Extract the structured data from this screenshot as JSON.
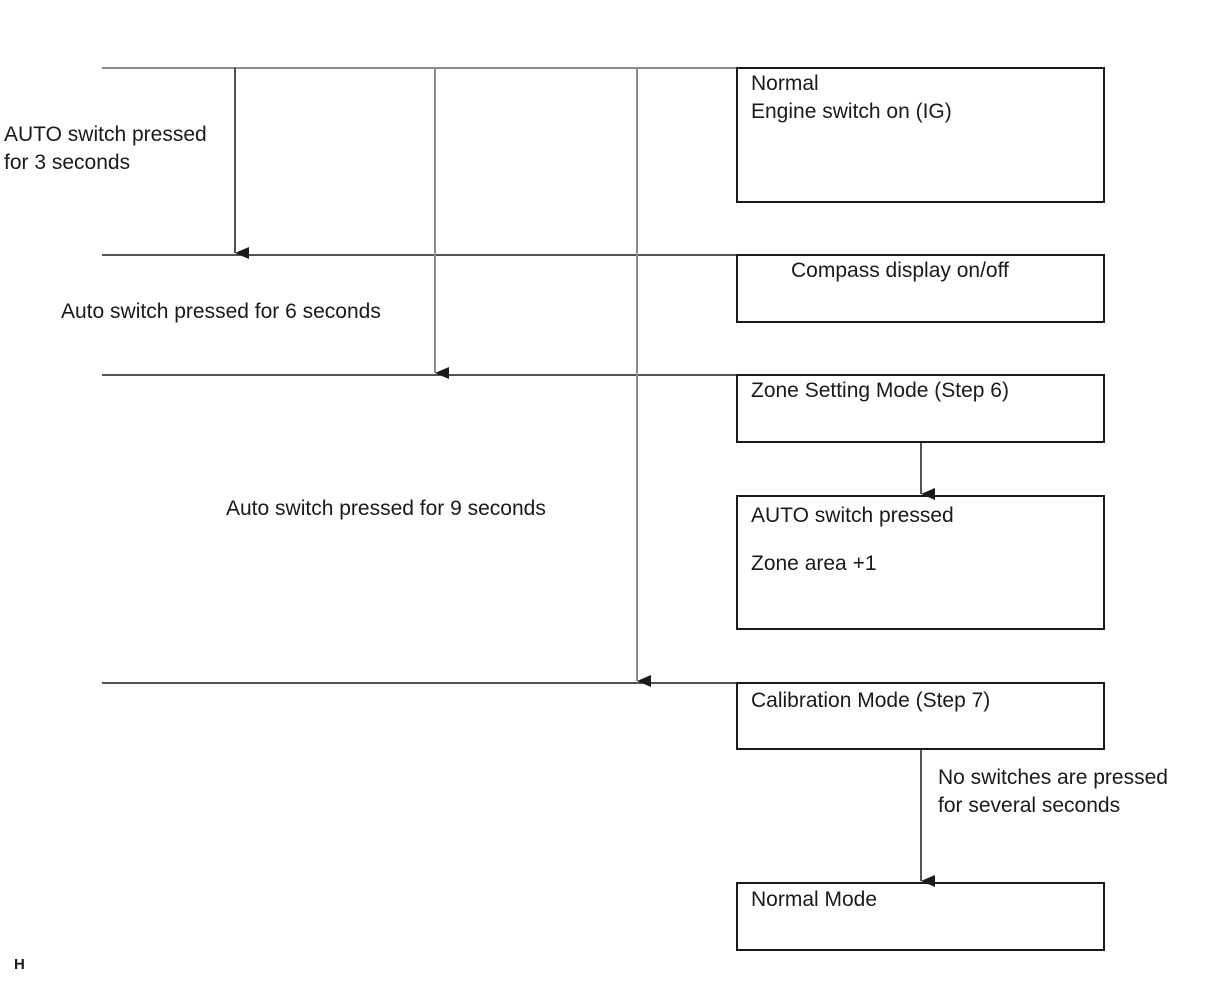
{
  "boxes": {
    "normal": {
      "title": "Normal",
      "line2": "Engine switch on (IG)"
    },
    "compass": {
      "title": "Compass display on/off"
    },
    "zone_setting": {
      "title": "Zone Setting Mode (Step 6)"
    },
    "auto_pressed": {
      "title": "AUTO switch pressed",
      "line2": "Zone area +1"
    },
    "calibration": {
      "title": "Calibration Mode (Step 7)"
    },
    "normal_mode": {
      "title": "Normal Mode"
    }
  },
  "labels": {
    "three_sec_line1": "AUTO switch pressed",
    "three_sec_line2": "for 3 seconds",
    "six_sec": "Auto switch pressed for 6 seconds",
    "nine_sec": "Auto switch pressed for 9 seconds",
    "no_switch_line1": "No switches are pressed",
    "no_switch_line2": "for several seconds"
  },
  "footer": {
    "mark": "H"
  }
}
